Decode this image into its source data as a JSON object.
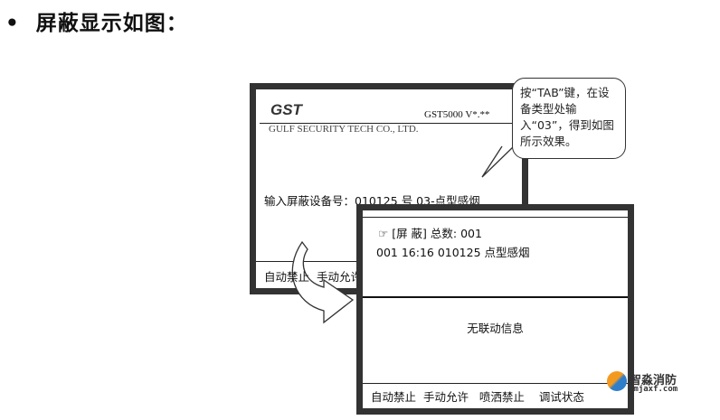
{
  "heading": {
    "bullet": "•",
    "text": "屏蔽显示如图："
  },
  "back_screen": {
    "logo": "GST",
    "model": "GST5000  V*.**",
    "company": "GULF SECURITY TECH CO., LTD.",
    "prompt": "输入屏蔽设备号：010125 号 03-点型感烟",
    "footer": [
      "自动禁止",
      "手动允许"
    ]
  },
  "callout": {
    "text": "按“TAB”键，在设备类型处输入“03”，得到如图所示效果。"
  },
  "front_screen": {
    "header": "[屏 蔽] 总数: 001",
    "record": "001  16:16  010125  点型感烟",
    "linkage": "无联动信息",
    "footer": [
      "自动禁止",
      "手动允许",
      "喷洒禁止",
      "调试状态"
    ]
  },
  "watermark": {
    "name": "智淼消防",
    "url": "zmjaxf.com"
  }
}
